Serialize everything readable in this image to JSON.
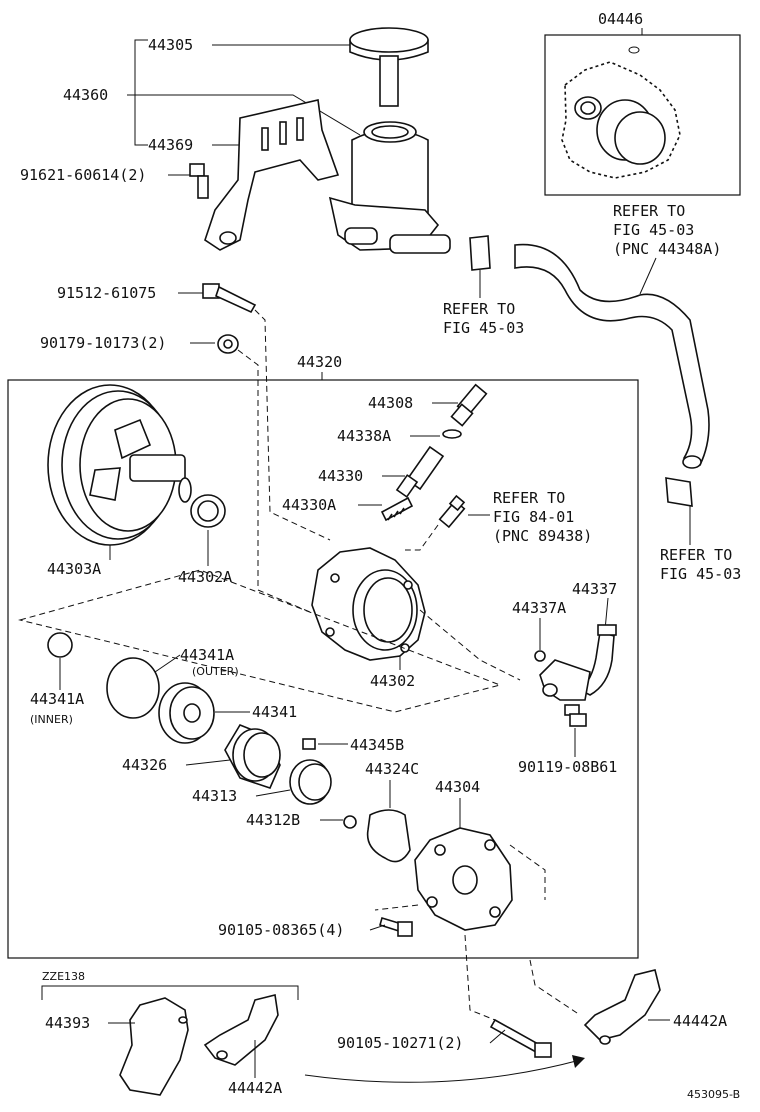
{
  "labels": {
    "l04446": "04446",
    "l44305": "44305",
    "l44360": "44360",
    "l44369": "44369",
    "l91621": "91621-60614(2)",
    "l91512": "91512-61075",
    "l90179": "90179-10173(2)",
    "l44320": "44320",
    "l44308": "44308",
    "l44338A": "44338A",
    "l44330": "44330",
    "l44330A": "44330A",
    "l44303A": "44303A",
    "l44302A": "44302A",
    "l44302": "44302",
    "l44337": "44337",
    "l44337A": "44337A",
    "l90119": "90119-08B61",
    "l44341A_outer": "44341A",
    "l44341A_inner": "44341A",
    "l44341": "44341",
    "l44345B": "44345B",
    "l44326": "44326",
    "l44324C": "44324C",
    "l44313": "44313",
    "l44304": "44304",
    "l44312B": "44312B",
    "l90105a": "90105-08365(4)",
    "l44393": "44393",
    "l44442A_left": "44442A",
    "l44442A_right": "44442A",
    "l90105b": "90105-10271(2)"
  },
  "notes": {
    "outer": "(OUTER)",
    "inner": "(INNER)",
    "zze": "ZZE138",
    "catalog_no": "453095-B"
  },
  "refs": {
    "ref1": [
      "REFER TO",
      "FIG 45-03",
      "(PNC 44348A)"
    ],
    "ref2": [
      "REFER TO",
      "FIG 45-03"
    ],
    "ref3": [
      "REFER TO",
      "FIG 84-01",
      "(PNC 89438)"
    ],
    "ref4": [
      "REFER TO",
      "FIG 45-03"
    ]
  },
  "icons": [
    "reservoir",
    "bracket",
    "pulley",
    "pump-body",
    "hose",
    "gasket-kit",
    "bolt",
    "seal"
  ]
}
